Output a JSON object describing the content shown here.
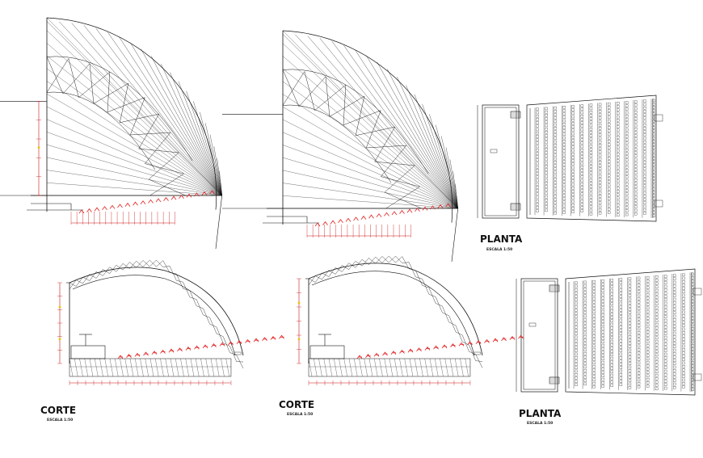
{
  "drawing": {
    "labels": [
      {
        "id": "corte-1",
        "title": "CORTE",
        "scale": "ESCALA 1:50"
      },
      {
        "id": "corte-2",
        "title": "CORTE",
        "scale": "ESCALA 1:50"
      },
      {
        "id": "planta-1",
        "title": "PLANTA",
        "scale": "ESCALA 1:50"
      },
      {
        "id": "planta-2",
        "title": "PLANTA",
        "scale": "ESCALA 1:50"
      }
    ],
    "colors": {
      "line": "#111111",
      "dimension": "#cc1111",
      "seats": "#e02020",
      "marker": "#e8c400"
    }
  }
}
